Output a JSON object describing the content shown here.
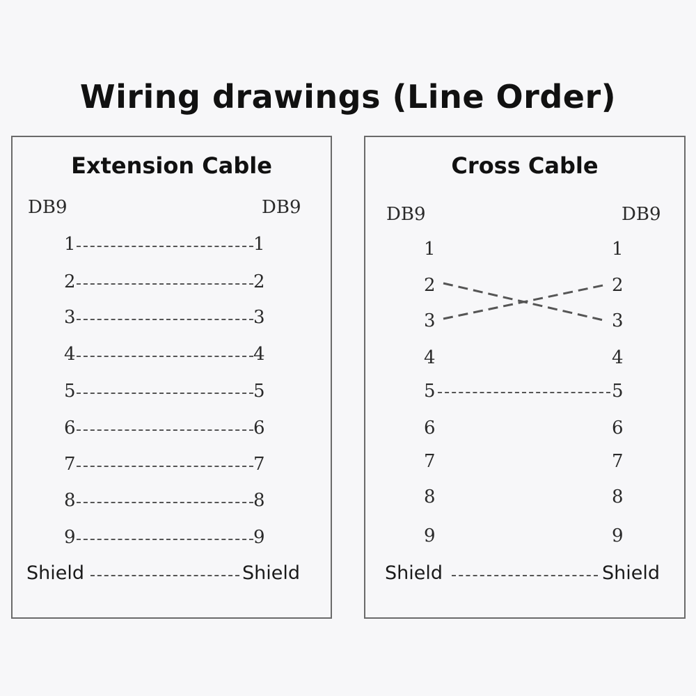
{
  "title": "Wiring drawings (Line Order)",
  "extension": {
    "title": "Extension Cable",
    "left_header": "DB9",
    "right_header": "DB9",
    "pins": [
      {
        "left": "1",
        "right": "1"
      },
      {
        "left": "2",
        "right": "2"
      },
      {
        "left": "3",
        "right": "3"
      },
      {
        "left": "4",
        "right": "4"
      },
      {
        "left": "5",
        "right": "5"
      },
      {
        "left": "6",
        "right": "6"
      },
      {
        "left": "7",
        "right": "7"
      },
      {
        "left": "8",
        "right": "8"
      },
      {
        "left": "9",
        "right": "9"
      }
    ],
    "shield_left": "Shield",
    "shield_right": "Shield"
  },
  "cross": {
    "title": "Cross Cable",
    "left_header": "DB9",
    "right_header": "DB9",
    "pins": [
      {
        "left": "1",
        "right": "1"
      },
      {
        "left": "2",
        "right": "2"
      },
      {
        "left": "3",
        "right": "3"
      },
      {
        "left": "4",
        "right": "4"
      },
      {
        "left": "5",
        "right": "5"
      },
      {
        "left": "6",
        "right": "6"
      },
      {
        "left": "7",
        "right": "7"
      },
      {
        "left": "8",
        "right": "8"
      },
      {
        "left": "9",
        "right": "9"
      }
    ],
    "shield_left": "Shield",
    "shield_right": "Shield"
  }
}
